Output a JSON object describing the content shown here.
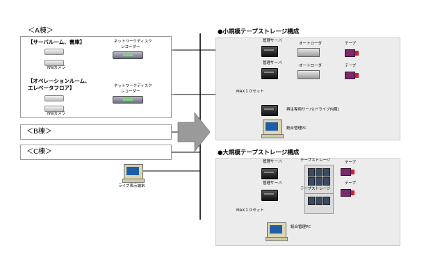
{
  "building_a": {
    "title": "＜A棟＞",
    "groups": [
      {
        "title": "【サーバルーム、書庫】",
        "camera_label": "NWカメラ",
        "recorder_label_1": "ネットワークディスク",
        "recorder_label_2": "レコーダー"
      },
      {
        "title_1": "【オペレーションルーム、",
        "title_2": "エレベータフロア】",
        "camera_label": "NWカメラ",
        "recorder_label_1": "ネットワークディスク",
        "recorder_label_2": "レコーダー"
      }
    ]
  },
  "building_b": {
    "title": "＜B棟＞"
  },
  "building_c": {
    "title": "＜C棟＞"
  },
  "live_terminal": {
    "label": "ライブ表示端末"
  },
  "small_storage": {
    "title": "●小規模テープストレージ構成",
    "server_label": "管理サーバ",
    "autoloader_label": "オートローダ",
    "tape_label": "テープ",
    "max_label": "MAX１０セット",
    "playback_server_label": "再生専用サーバ(ドライブ内蔵)",
    "integrated_pc_label": "統合管理PC"
  },
  "large_storage": {
    "title": "●大規模テープストレージ構成",
    "server_label": "管理サーバ",
    "tape_storage_label": "テープストレージ",
    "tape_label": "テープ",
    "max_label": "MAX１０セット",
    "integrated_pc_label": "統合管理PC"
  }
}
